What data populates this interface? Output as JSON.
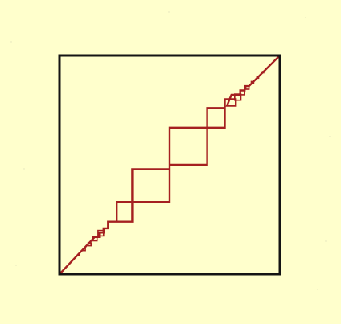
{
  "colors": {
    "background": "#FFFFCC",
    "frame": "#141414",
    "curve": "#A52020",
    "speck": "#E2E2BC"
  },
  "diagram": {
    "kind": "cobweb-staircase",
    "start_fraction": 0.41,
    "end_fraction": 0.59,
    "shrink_ratio": 0.65,
    "refinement_steps": 7
  }
}
